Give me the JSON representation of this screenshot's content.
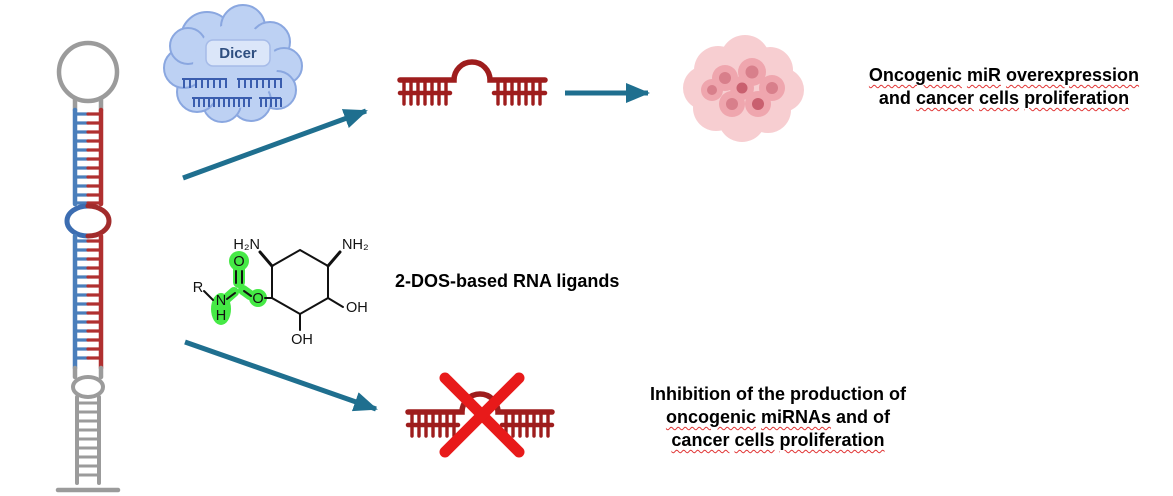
{
  "colors": {
    "arrow_teal": "#1f6f8f",
    "rna_red": "#9e1d1d",
    "strand_blue": "#4a7ebb",
    "strand_red": "#b03030",
    "strand_gray": "#9b9b9b",
    "dicer_cloud_fill": "#bdd1f3",
    "dicer_cloud_stroke": "#8aa7e0",
    "dicer_comb_blue": "#3a5dae",
    "highlight_green": "#3ce83c",
    "cross_red": "#e81a1a",
    "cell_pink": "#f6c6ca",
    "cell_nucleus_pink": "#d87f8b",
    "underline_red": "#e03333"
  },
  "dicer": {
    "label": "Dicer"
  },
  "ligand": {
    "label": "2-DOS-based RNA ligands"
  },
  "chem": {
    "amine_left": "H₂N",
    "amine_right": "NH₂",
    "hydroxyl_right": "OH",
    "hydroxyl_bottom": "OH",
    "carbonyl_o": "O",
    "ester_o": "O",
    "amide_n": "N",
    "amide_h": "H",
    "r_group": "R"
  },
  "caption_top": {
    "line1": [
      {
        "text": "Oncogenic",
        "underline": true
      },
      {
        "text": "miR",
        "underline": true
      },
      {
        "text": "overexpression",
        "underline": true
      }
    ],
    "line2": [
      {
        "text": "and",
        "underline": false
      },
      {
        "text": "cancer",
        "underline": true
      },
      {
        "text": "cells",
        "underline": true
      },
      {
        "text": "proliferation",
        "underline": true
      }
    ]
  },
  "caption_bottom": {
    "line1": [
      {
        "text": "Inhibition",
        "underline": false
      },
      {
        "text": "of",
        "underline": false
      },
      {
        "text": "the",
        "underline": false
      },
      {
        "text": "production",
        "underline": false
      },
      {
        "text": "of",
        "underline": false
      }
    ],
    "line2": [
      {
        "text": "oncogenic",
        "underline": true
      },
      {
        "text": "miRNAs",
        "underline": true
      },
      {
        "text": "and",
        "underline": false
      },
      {
        "text": "of",
        "underline": false
      }
    ],
    "line3": [
      {
        "text": "cancer",
        "underline": true
      },
      {
        "text": "cells",
        "underline": true
      },
      {
        "text": "proliferation",
        "underline": true
      }
    ]
  }
}
